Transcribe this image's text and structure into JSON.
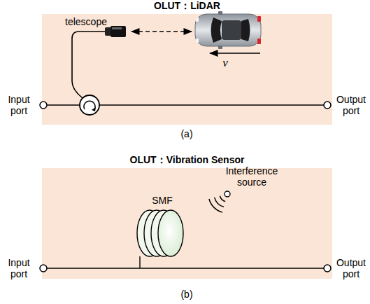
{
  "diagram": {
    "nodes": [
      {
        "text": [
          "OLUT：LiDAR"
        ]
      },
      {
        "text": [
          "OLUT：Vibration Sensor"
        ]
      }
    ],
    "labels": [
      "telescope",
      "v",
      "Input port",
      "Output port",
      "(a)",
      "Input port",
      "Output port",
      "SMF",
      "Interference source",
      "(b)"
    ]
  }
}
